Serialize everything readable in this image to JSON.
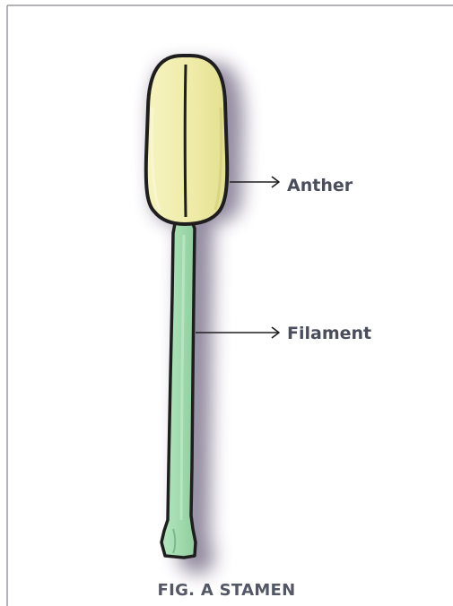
{
  "labels": {
    "anther": "Anther",
    "filament": "Filament"
  },
  "caption": "FIG. A STAMEN",
  "colors": {
    "anther_fill": "#eeecaa",
    "filament_fill": "#a3dcb0",
    "outline": "#1e1e1e",
    "label_text": "#4a4d5c",
    "frame_line": "#9a9aa2"
  }
}
